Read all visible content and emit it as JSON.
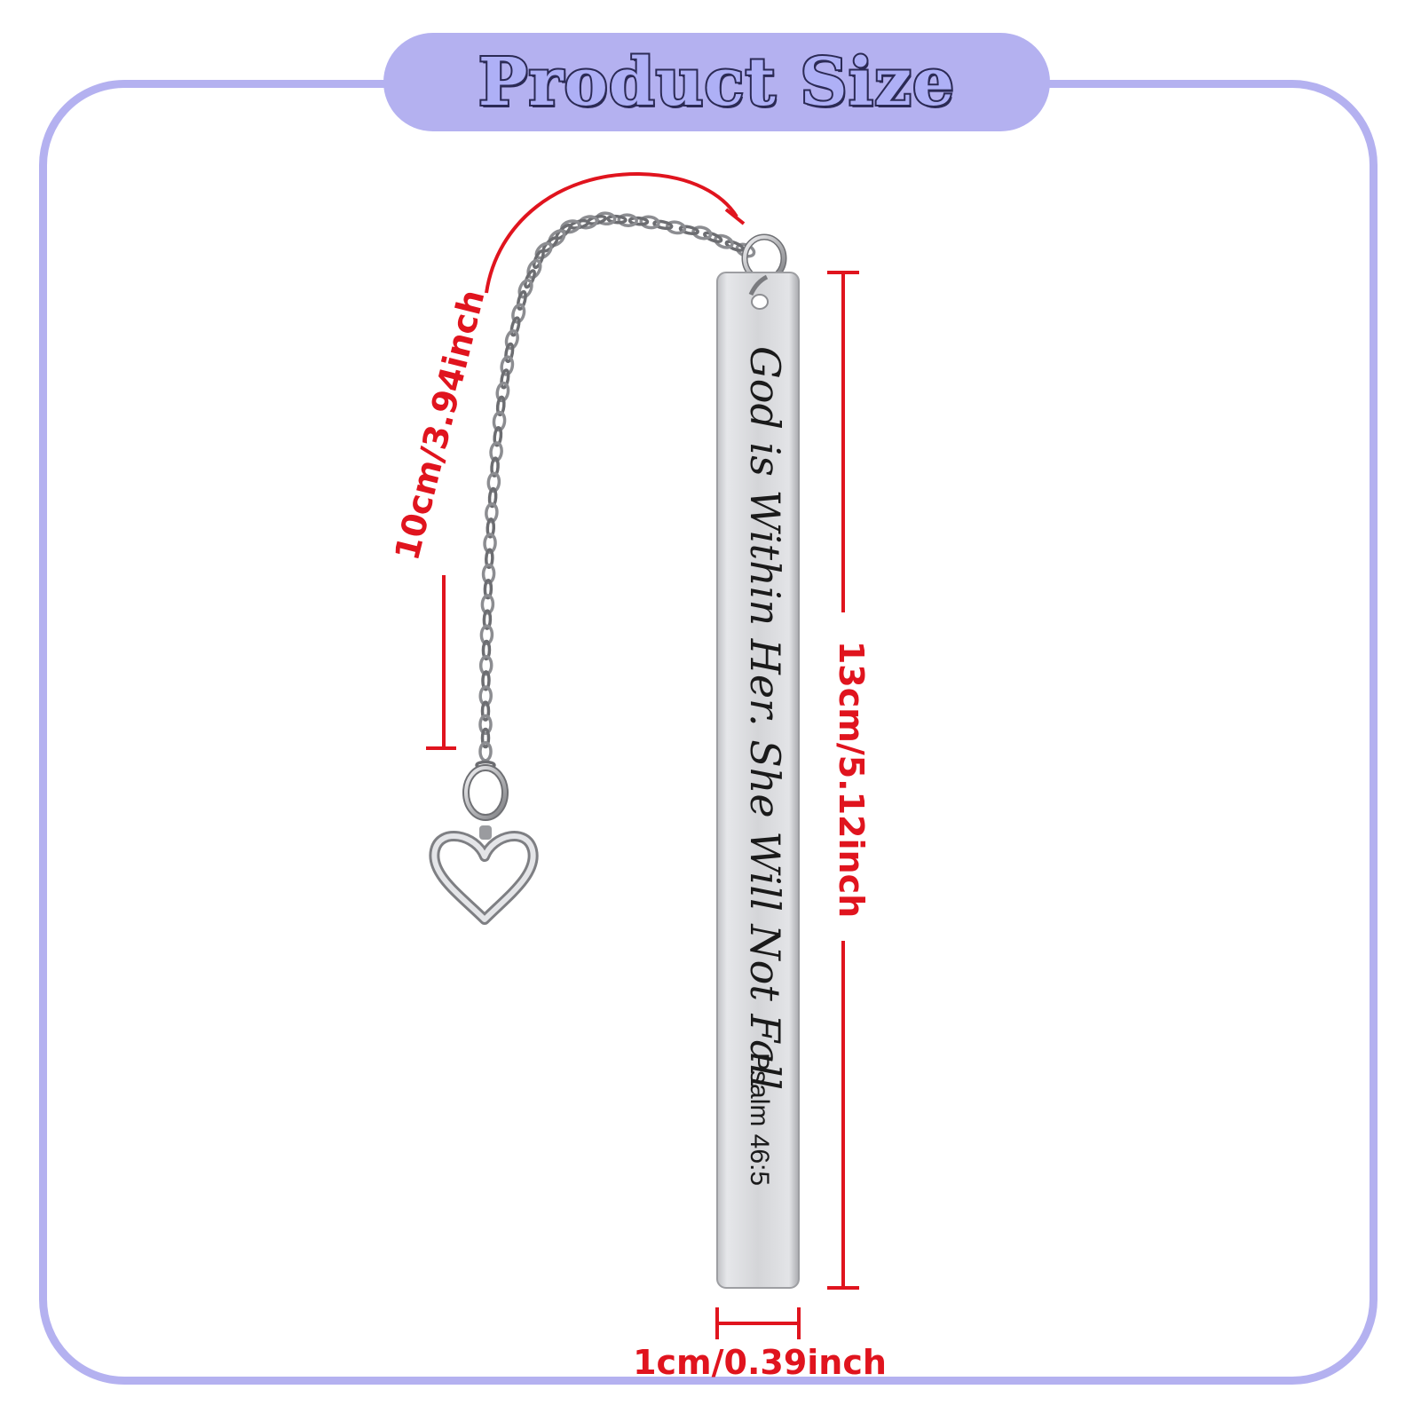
{
  "title": "Product Size",
  "engraving": {
    "quote": "God is Within Her. She Will Not Fall",
    "reference": "Psalm 46:5"
  },
  "dimensions": {
    "chain_length": "10cm/3.94inch",
    "bar_height": "13cm/5.12inch",
    "bar_width": "1cm/0.39inch"
  },
  "colors": {
    "frame": "#b4b1f0",
    "dimension_lines": "#e0141e",
    "metal": "#d8d9dc"
  },
  "icons": [
    "heart-charm-icon",
    "chain-icon",
    "jump-ring-icon"
  ]
}
